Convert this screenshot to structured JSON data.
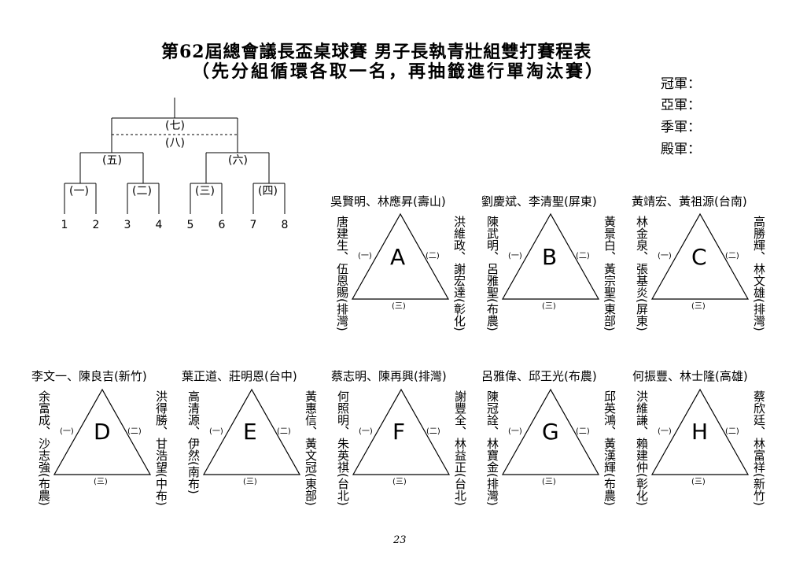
{
  "title": "第62屆總會議長盃桌球賽 男子長執青壯組雙打賽程表",
  "subtitle": "（先分組循環各取一名，再抽籤進行單淘汰賽）",
  "winners": {
    "champion": "冠軍：",
    "runner_up": "亞軍：",
    "third": "季軍：",
    "fourth": "殿軍："
  },
  "bracket": {
    "final_label": "(七)",
    "third_place_label": "(八)",
    "semis": [
      "(五)",
      "(六)"
    ],
    "quarters": [
      "(一)",
      "(二)",
      "(三)",
      "(四)"
    ],
    "positions": [
      "1",
      "2",
      "3",
      "4",
      "5",
      "6",
      "7",
      "8"
    ]
  },
  "match_labels": [
    "(一)",
    "(二)",
    "(三)"
  ],
  "groups": [
    {
      "letter": "A",
      "top": "吳賢明、林應昇(壽山)",
      "left": "唐建生、伍恩賜(排灣)",
      "right": "洪維政、謝宏達(彰化)"
    },
    {
      "letter": "B",
      "top": "劉慶斌、李清聖(屏東)",
      "left": "陳武明、呂雅聖(布農)",
      "right": "黃景白、黃宗聖(東部)"
    },
    {
      "letter": "C",
      "top": "黃靖宏、黃祖源(台南)",
      "left": "林金泉、張基炎(屏東)",
      "right": "高勝輝、林文雄(排灣)"
    },
    {
      "letter": "D",
      "top": "李文一、陳良吉(新竹)",
      "left": "余富成、沙志強(布農)",
      "right": "洪得勝、甘浩望(中布)"
    },
    {
      "letter": "E",
      "top": "葉正道、莊明恩(台中)",
      "left": "高清源、伊然(南布)",
      "right": "黃惠信、黃文冠(東部)"
    },
    {
      "letter": "F",
      "top": "蔡志明、陳再興(排灣)",
      "left": "何照明、朱英祺(台北)",
      "right": "謝豐全、林益正(台北)"
    },
    {
      "letter": "G",
      "top": "呂雅偉、邱王光(布農)",
      "left": "陳冠詮、林寶金(排灣)",
      "right": "邱英鴻、黃漢輝(布農)"
    },
    {
      "letter": "H",
      "top": "何振豐、林士隆(高雄)",
      "left": "洪維謙、賴建仲(彰化)",
      "right": "蔡欣廷、林富祥(新竹)"
    }
  ],
  "page_number": "23"
}
